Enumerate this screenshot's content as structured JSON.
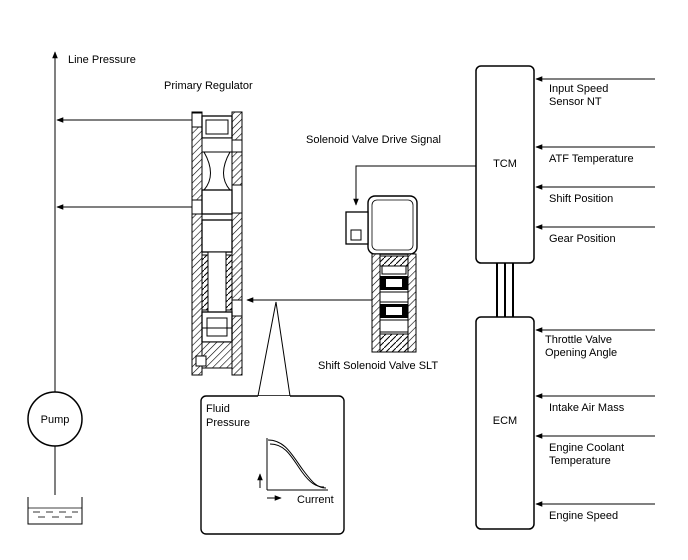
{
  "labels": {
    "line_pressure": "Line Pressure",
    "primary_regulator": "Primary Regulator",
    "solenoid_drive_signal": "Solenoid Valve Drive Signal",
    "shift_solenoid": "Shift Solenoid Valve SLT",
    "pump": "Pump",
    "tcm": "TCM",
    "ecm": "ECM",
    "graph_title_line1": "Fluid",
    "graph_title_line2": "Pressure",
    "graph_xlabel": "Current"
  },
  "tcm_inputs": [
    {
      "line1": "Input Speed",
      "line2": "Sensor NT"
    },
    {
      "line1": "ATF Temperature",
      "line2": ""
    },
    {
      "line1": "Shift Position",
      "line2": ""
    },
    {
      "line1": "Gear Position",
      "line2": ""
    }
  ],
  "ecm_inputs": [
    {
      "line1": "Throttle Valve",
      "line2": "Opening Angle"
    },
    {
      "line1": "Intake Air Mass",
      "line2": ""
    },
    {
      "line1": "Engine Coolant",
      "line2": "Temperature"
    },
    {
      "line1": "Engine Speed",
      "line2": ""
    }
  ]
}
